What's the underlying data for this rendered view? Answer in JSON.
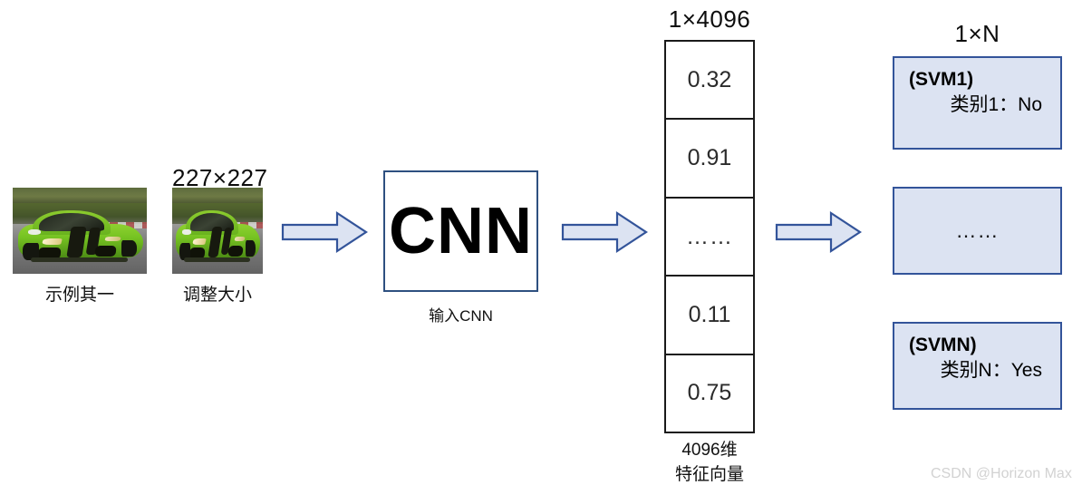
{
  "diagram": {
    "title": "R-CNN feature extraction and SVM classification pipeline",
    "colors": {
      "arrow_fill": "#dce3f2",
      "arrow_stroke": "#33549a",
      "cnn_border": "#2e5080",
      "svm_fill": "#dce3f2",
      "svm_border": "#33549a",
      "vector_border": "#1a1a1a"
    }
  },
  "stage_input": {
    "original_caption": "示例其一",
    "resized_size_label": "227×227",
    "resized_caption": "调整大小"
  },
  "stage_cnn": {
    "box_text": "CNN",
    "caption": "输入CNN"
  },
  "stage_vector": {
    "size_label": "1×4096",
    "cells": [
      "0.32",
      "0.91",
      "……",
      "0.11",
      "0.75"
    ],
    "caption_line1": "4096维",
    "caption_line2": "特征向量"
  },
  "stage_svm": {
    "size_label": "1×N",
    "boxes": [
      {
        "title": "(SVM1)",
        "result": "类别1：No"
      },
      {
        "title": "",
        "result": "……"
      },
      {
        "title": "(SVMN)",
        "result": "类别N：Yes"
      }
    ]
  },
  "arrows": {
    "arrow1_name": "image-to-cnn",
    "arrow2_name": "cnn-to-vector",
    "arrow3_name": "vector-to-svm"
  },
  "watermark": {
    "text": "CSDN @Horizon Max"
  }
}
